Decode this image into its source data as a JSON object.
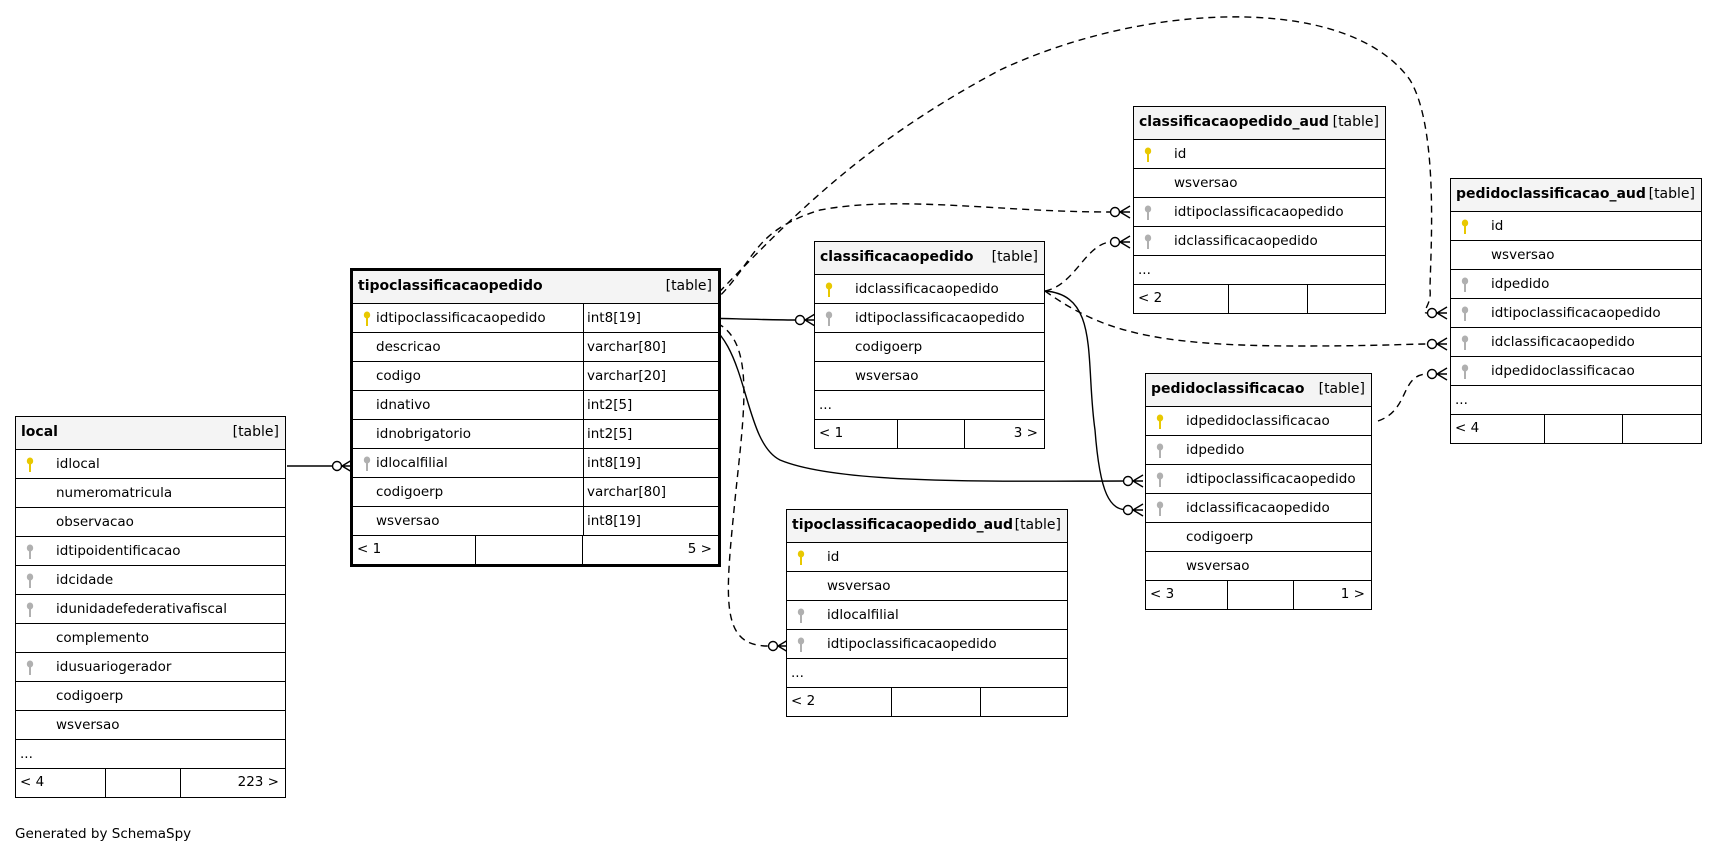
{
  "footer_text": "Generated by SchemaSpy",
  "colors": {
    "primary_key": "#e8c800",
    "foreign_key": "#b0b0b0",
    "header_bg": "#f4f4f4"
  },
  "tables": {
    "local": {
      "name": "local",
      "kind": "[table]",
      "columns": [
        {
          "name": "idlocal",
          "key": "primary"
        },
        {
          "name": "numeromatricula",
          "key": ""
        },
        {
          "name": "observacao",
          "key": ""
        },
        {
          "name": "idtipoidentificacao",
          "key": "foreign"
        },
        {
          "name": "idcidade",
          "key": "foreign"
        },
        {
          "name": "idunidadefederativafiscal",
          "key": "foreign"
        },
        {
          "name": "complemento",
          "key": ""
        },
        {
          "name": "idusuariogerador",
          "key": "foreign"
        },
        {
          "name": "codigoerp",
          "key": ""
        },
        {
          "name": "wsversao",
          "key": ""
        },
        {
          "name": "...",
          "key": ""
        }
      ],
      "footer": {
        "parents": "< 4",
        "rows": "",
        "children": "223 >"
      }
    },
    "tipoclassificacaopedido": {
      "name": "tipoclassificacaopedido",
      "kind": "[table]",
      "columns": [
        {
          "name": "idtipoclassificacaopedido",
          "type": "int8[19]",
          "key": "primary"
        },
        {
          "name": "descricao",
          "type": "varchar[80]",
          "key": ""
        },
        {
          "name": "codigo",
          "type": "varchar[20]",
          "key": ""
        },
        {
          "name": "idnativo",
          "type": "int2[5]",
          "key": ""
        },
        {
          "name": "idnobrigatorio",
          "type": "int2[5]",
          "key": ""
        },
        {
          "name": "idlocalfilial",
          "type": "int8[19]",
          "key": "foreign"
        },
        {
          "name": "codigoerp",
          "type": "varchar[80]",
          "key": ""
        },
        {
          "name": "wsversao",
          "type": "int8[19]",
          "key": ""
        }
      ],
      "footer": {
        "parents": "< 1",
        "rows": "",
        "children": "5 >"
      }
    },
    "classificacaopedido": {
      "name": "classificacaopedido",
      "kind": "[table]",
      "columns": [
        {
          "name": "idclassificacaopedido",
          "key": "primary"
        },
        {
          "name": "idtipoclassificacaopedido",
          "key": "foreign"
        },
        {
          "name": "codigoerp",
          "key": ""
        },
        {
          "name": "wsversao",
          "key": ""
        },
        {
          "name": "...",
          "key": ""
        }
      ],
      "footer": {
        "parents": "< 1",
        "rows": "",
        "children": "3 >"
      }
    },
    "tipoclassificacaopedido_aud": {
      "name": "tipoclassificacaopedido_aud",
      "kind": "[table]",
      "columns": [
        {
          "name": "id",
          "key": "primary"
        },
        {
          "name": "wsversao",
          "key": ""
        },
        {
          "name": "idlocalfilial",
          "key": "foreign"
        },
        {
          "name": "idtipoclassificacaopedido",
          "key": "foreign"
        },
        {
          "name": "...",
          "key": ""
        }
      ],
      "footer": {
        "parents": "< 2",
        "rows": "",
        "children": ""
      }
    },
    "classificacaopedido_aud": {
      "name": "classificacaopedido_aud",
      "kind": "[table]",
      "columns": [
        {
          "name": "id",
          "key": "primary"
        },
        {
          "name": "wsversao",
          "key": ""
        },
        {
          "name": "idtipoclassificacaopedido",
          "key": "foreign"
        },
        {
          "name": "idclassificacaopedido",
          "key": "foreign"
        },
        {
          "name": "...",
          "key": ""
        }
      ],
      "footer": {
        "parents": "< 2",
        "rows": "",
        "children": ""
      }
    },
    "pedidoclassificacao": {
      "name": "pedidoclassificacao",
      "kind": "[table]",
      "columns": [
        {
          "name": "idpedidoclassificacao",
          "key": "primary"
        },
        {
          "name": "idpedido",
          "key": "foreign"
        },
        {
          "name": "idtipoclassificacaopedido",
          "key": "foreign"
        },
        {
          "name": "idclassificacaopedido",
          "key": "foreign"
        },
        {
          "name": "codigoerp",
          "key": ""
        },
        {
          "name": "wsversao",
          "key": ""
        }
      ],
      "footer": {
        "parents": "< 3",
        "rows": "",
        "children": "1 >"
      }
    },
    "pedidoclassificacao_aud": {
      "name": "pedidoclassificacao_aud",
      "kind": "[table]",
      "columns": [
        {
          "name": "id",
          "key": "primary"
        },
        {
          "name": "wsversao",
          "key": ""
        },
        {
          "name": "idpedido",
          "key": "foreign"
        },
        {
          "name": "idtipoclassificacaopedido",
          "key": "foreign"
        },
        {
          "name": "idclassificacaopedido",
          "key": "foreign"
        },
        {
          "name": "idpedidoclassificacao",
          "key": "foreign"
        },
        {
          "name": "...",
          "key": ""
        }
      ],
      "footer": {
        "parents": "< 4",
        "rows": "",
        "children": ""
      }
    }
  }
}
